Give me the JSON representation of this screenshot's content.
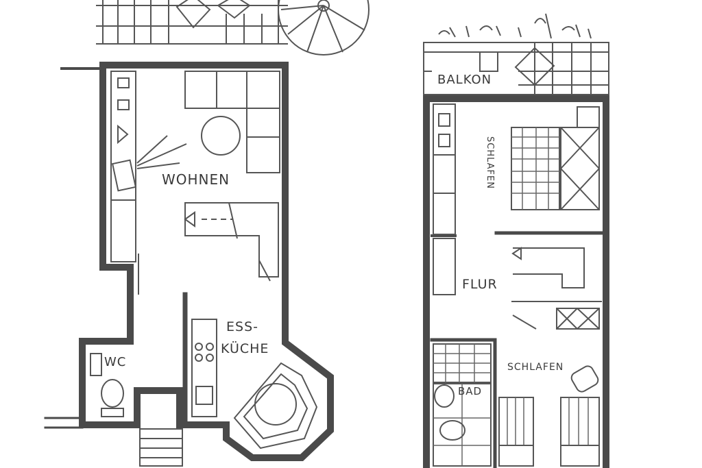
{
  "plan": {
    "rooms": {
      "wohnen": "WOHNEN",
      "ess_kueche_line1": "ESS-",
      "ess_kueche_line2": "KÜCHE",
      "wc": "WC",
      "balkon": "BALKON",
      "schlafen_upper": "SCHLAFEN",
      "flur": "FLUR",
      "schlafen_lower": "SCHLAFEN",
      "bad": "BAD"
    },
    "colors": {
      "wall": "#4a4a4a",
      "background": "#ffffff"
    }
  }
}
